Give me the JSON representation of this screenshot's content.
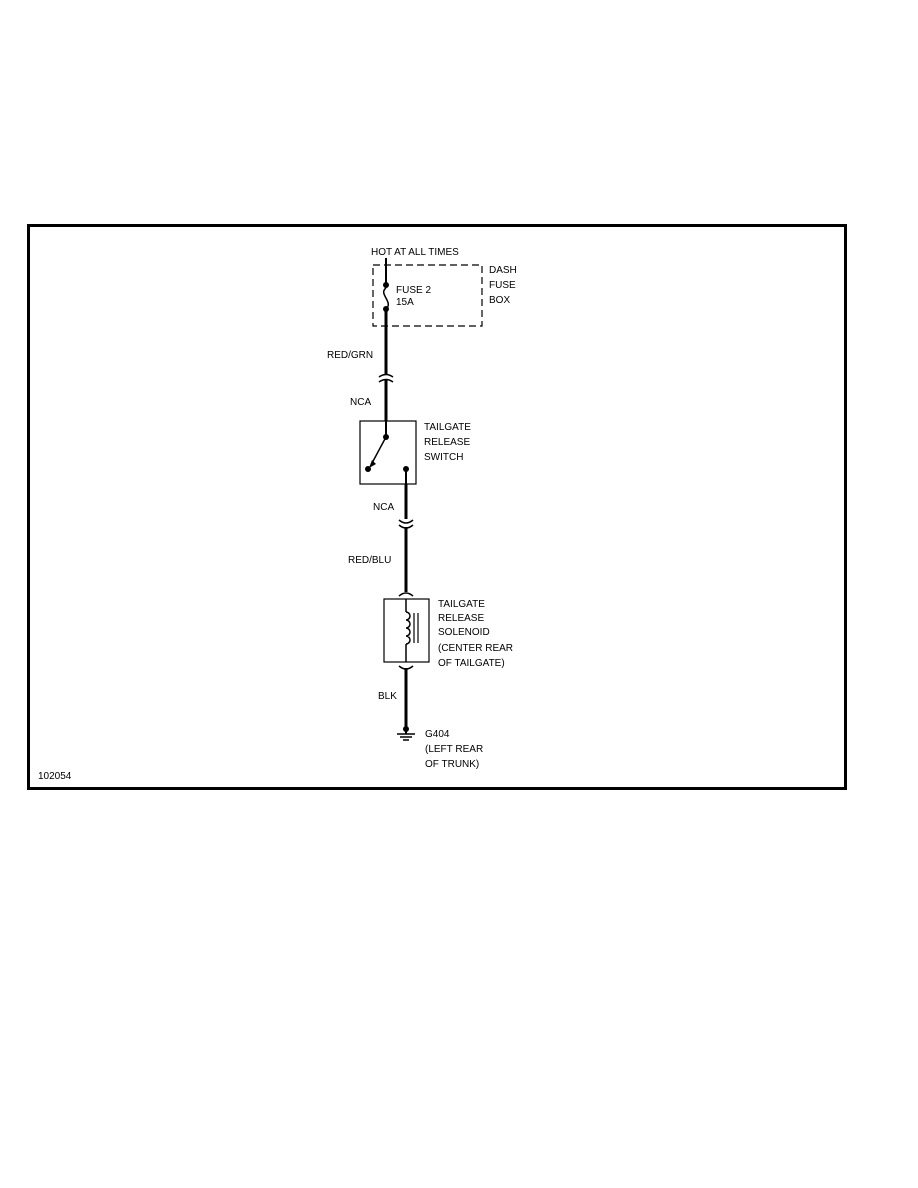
{
  "diagram": {
    "figure_id": "102054",
    "power_label": "HOT AT ALL TIMES",
    "fuse_box": {
      "lines": [
        "DASH",
        "FUSE",
        "BOX"
      ]
    },
    "fuse": {
      "name": "FUSE 2",
      "rating": "15A"
    },
    "wire_top": "RED/GRN",
    "connector_top": "NCA",
    "switch": {
      "lines": [
        "TAILGATE",
        "RELEASE",
        "SWITCH"
      ]
    },
    "connector_mid": "NCA",
    "wire_mid": "RED/BLU",
    "solenoid": {
      "lines": [
        "TAILGATE",
        "RELEASE",
        "SOLENOID",
        "(CENTER REAR",
        "OF TAILGATE)"
      ]
    },
    "wire_bottom": "BLK",
    "ground": {
      "lines": [
        "G404",
        "(LEFT REAR",
        "OF TRUNK)"
      ]
    }
  }
}
